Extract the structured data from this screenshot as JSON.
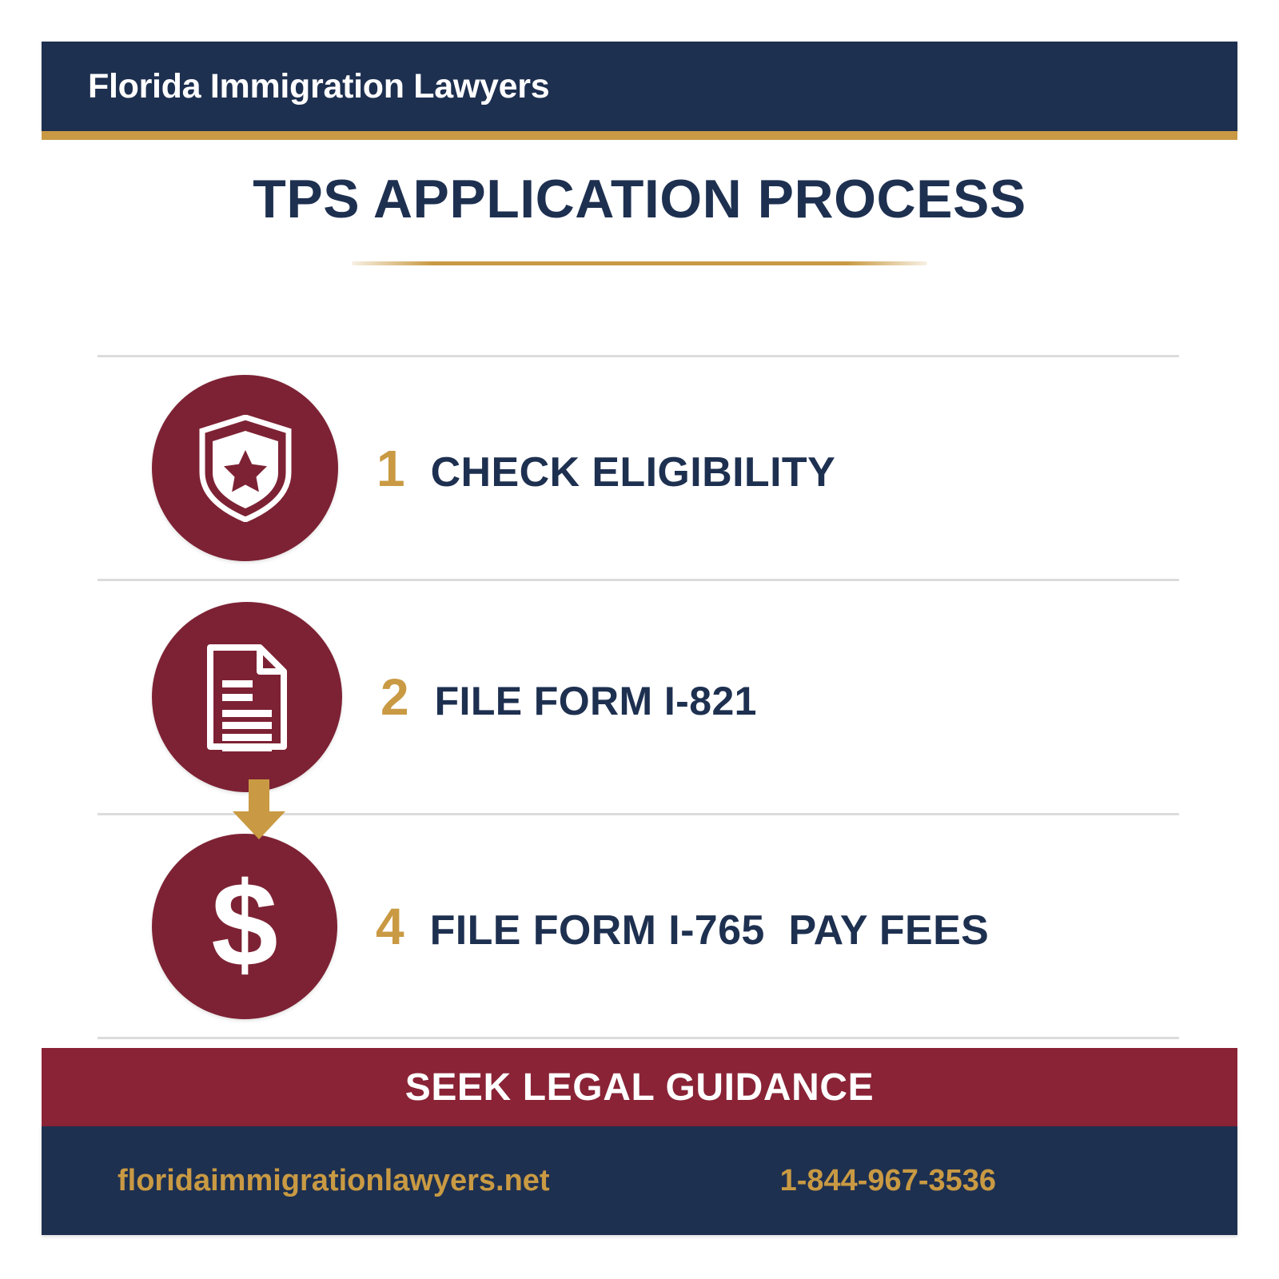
{
  "header": {
    "brand": "Florida Immigration Lawyers"
  },
  "title": {
    "heading": "TPS APPLICATION PROCESS"
  },
  "steps": [
    {
      "number": "1",
      "label": "CHECK ELIGIBILITY",
      "icon": "shield-star-icon"
    },
    {
      "number": "2",
      "label": "FILE FORM I-821",
      "icon": "document-icon"
    },
    {
      "number": "4",
      "label": "FILE FORM I-765  PAY FEES",
      "icon": "dollar-sign-icon"
    }
  ],
  "connector": {
    "icon": "down-arrow-icon"
  },
  "cta": {
    "text": "SEEK LEGAL GUIDANCE"
  },
  "footer": {
    "website": "floridaimmigrationlawyers.net",
    "phone": "1-844-967-3536"
  },
  "colors": {
    "navy": "#1e3050",
    "maroon": "#7d2234",
    "cta_maroon": "#8a2336",
    "gold": "#c99a43",
    "white": "#ffffff",
    "divider": "#dcdcdc"
  }
}
